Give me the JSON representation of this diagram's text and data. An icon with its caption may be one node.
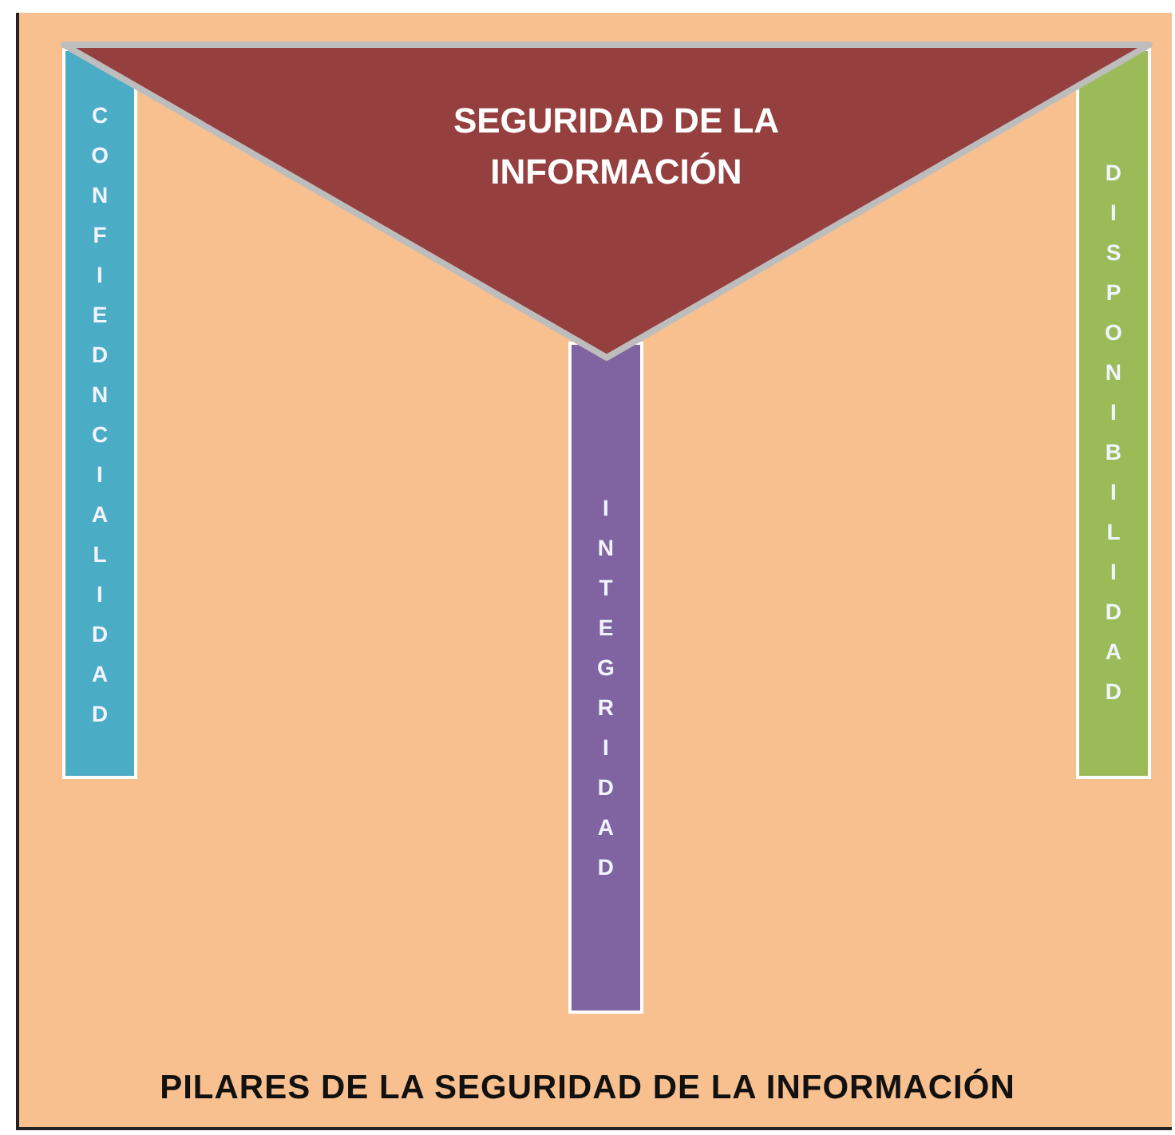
{
  "diagram": {
    "caption": "PILARES DE LA SEGURIDAD DE LA INFORMACIÓN",
    "nodes": [
      {
        "text": [
          "SEGURIDAD DE LA INFORMACIÓN"
        ]
      },
      {
        "text": [
          "CONFIEDNCIALIDAD"
        ]
      },
      {
        "text": [
          "INTEGRIDAD"
        ]
      },
      {
        "text": [
          "DISPONIBILIDAD"
        ]
      }
    ]
  }
}
